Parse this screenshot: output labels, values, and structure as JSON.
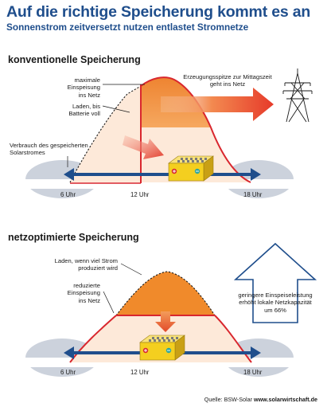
{
  "header": {
    "title": "Auf die richtige Speicherung kommt es an",
    "subtitle": "Sonnenstrom zeitversetzt nutzen entlastet Stromnetze"
  },
  "section1": {
    "title": "konventionelle Speicherung",
    "labels": {
      "max_feed": [
        "maximale",
        "Einspeisung",
        "ins Netz"
      ],
      "charge_full": [
        "Laden, bis",
        "Batterie voll"
      ],
      "consumption": [
        "Verbrauch des gespeicherten",
        "Solarstromes"
      ],
      "peak_grid": [
        "Erzeugungsspitze zur Mittagszeit",
        "geht ins Netz"
      ]
    },
    "times": [
      "6 Uhr",
      "12 Uhr",
      "18 Uhr"
    ]
  },
  "section2": {
    "title": "netzoptimierte Speicherung",
    "labels": {
      "charge_peak": [
        "Laden, wenn viel Strom",
        "produziert wird"
      ],
      "reduced_feed": [
        "reduzierte",
        "Einspeisung",
        "ins Netz"
      ],
      "capacity": [
        "geringere Einspeiseleistung",
        "erhöht lokale Netzkapazität",
        "um 66%"
      ]
    },
    "times": [
      "6 Uhr",
      "12 Uhr",
      "18 Uhr"
    ]
  },
  "footer": {
    "source_prefix": "Quelle: BSW-Solar",
    "source_url": "www.solarwirtschaft.de"
  },
  "colors": {
    "title_blue": "#1f4e8c",
    "arrow_blue": "#1f4e8c",
    "curve_red": "#d9272e",
    "grid_orange": "#f08a2b",
    "battery_yellow": "#f4cf1f",
    "pale_fill": "#fde9d9",
    "consumption_gray": "#ccd2dc"
  }
}
